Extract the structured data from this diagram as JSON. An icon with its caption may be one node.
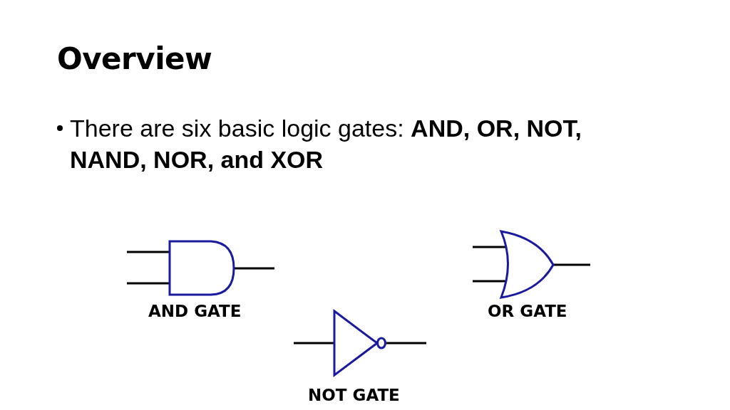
{
  "diagram": {
    "title": "Overview",
    "labels": [
      "There are six basic logic gates: **AND, OR, NOT, NAND, NOR, and XOR**",
      "AND GATE",
      "OR GATE",
      "NOT GATE"
    ]
  }
}
